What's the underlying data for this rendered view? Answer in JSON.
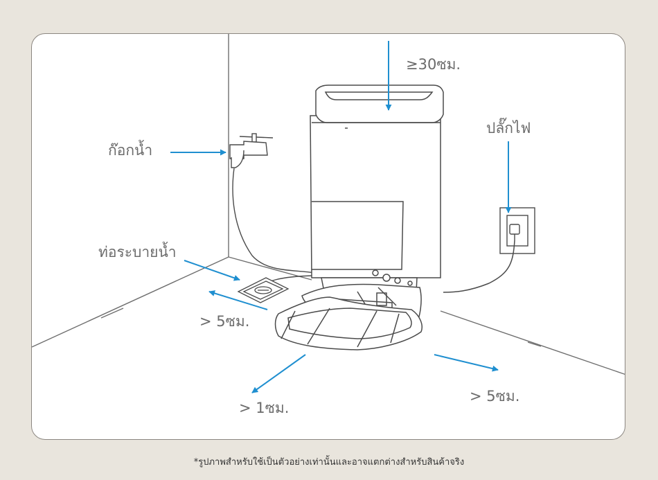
{
  "labels": {
    "height_clearance": "≥30ซม.",
    "power_outlet": "ปลั๊กไฟ",
    "water_faucet": "ก๊อกน้ำ",
    "floor_drain": "ท่อระบายน้ำ",
    "left_clearance": "> 5ซม.",
    "front_clearance": "> 1ซม.",
    "right_clearance": "> 5ซม."
  },
  "footnote": "*รูปภาพสำหรับใช้เป็นตัวอย่างเท่านั้นและอาจแตกต่างสำหรับสินค้าจริง",
  "colors": {
    "arrow": "#1f8fd0",
    "line": "#4a4a4a",
    "background": "#e9e5dd",
    "card": "#ffffff"
  }
}
